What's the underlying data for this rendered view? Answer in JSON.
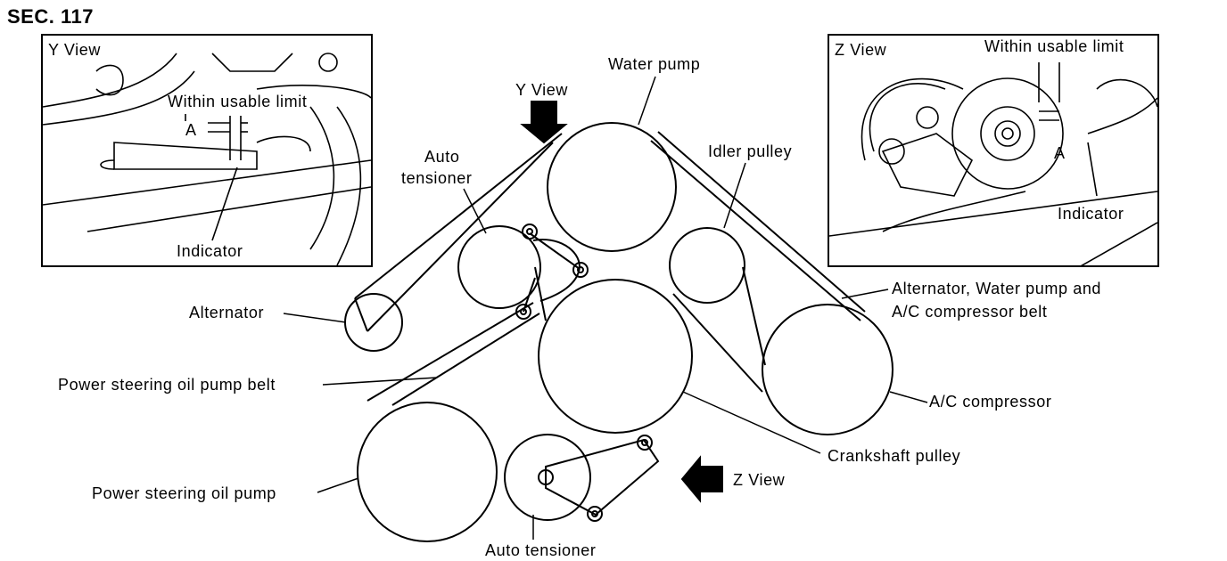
{
  "section": "SEC. 117",
  "y_view_inset": {
    "title": "Y View",
    "limit": "Within usable limit",
    "mark": "A",
    "indicator": "Indicator"
  },
  "z_view_inset": {
    "title": "Z View",
    "limit": "Within usable limit",
    "mark": "A",
    "indicator": "Indicator"
  },
  "view_arrows": {
    "y": "Y View",
    "z": "Z View"
  },
  "labels": {
    "water_pump": "Water pump",
    "auto_tensioner_upper_1": "Auto",
    "auto_tensioner_upper_2": "tensioner",
    "idler_pulley": "Idler pulley",
    "alternator": "Alternator",
    "belt_main_1": "Alternator, Water pump and",
    "belt_main_2": "A/C compressor belt",
    "ps_belt": "Power steering oil pump belt",
    "ac_compressor": "A/C compressor",
    "crankshaft_pulley": "Crankshaft pulley",
    "ps_pump": "Power steering oil pump",
    "auto_tensioner_lower": "Auto tensioner"
  }
}
